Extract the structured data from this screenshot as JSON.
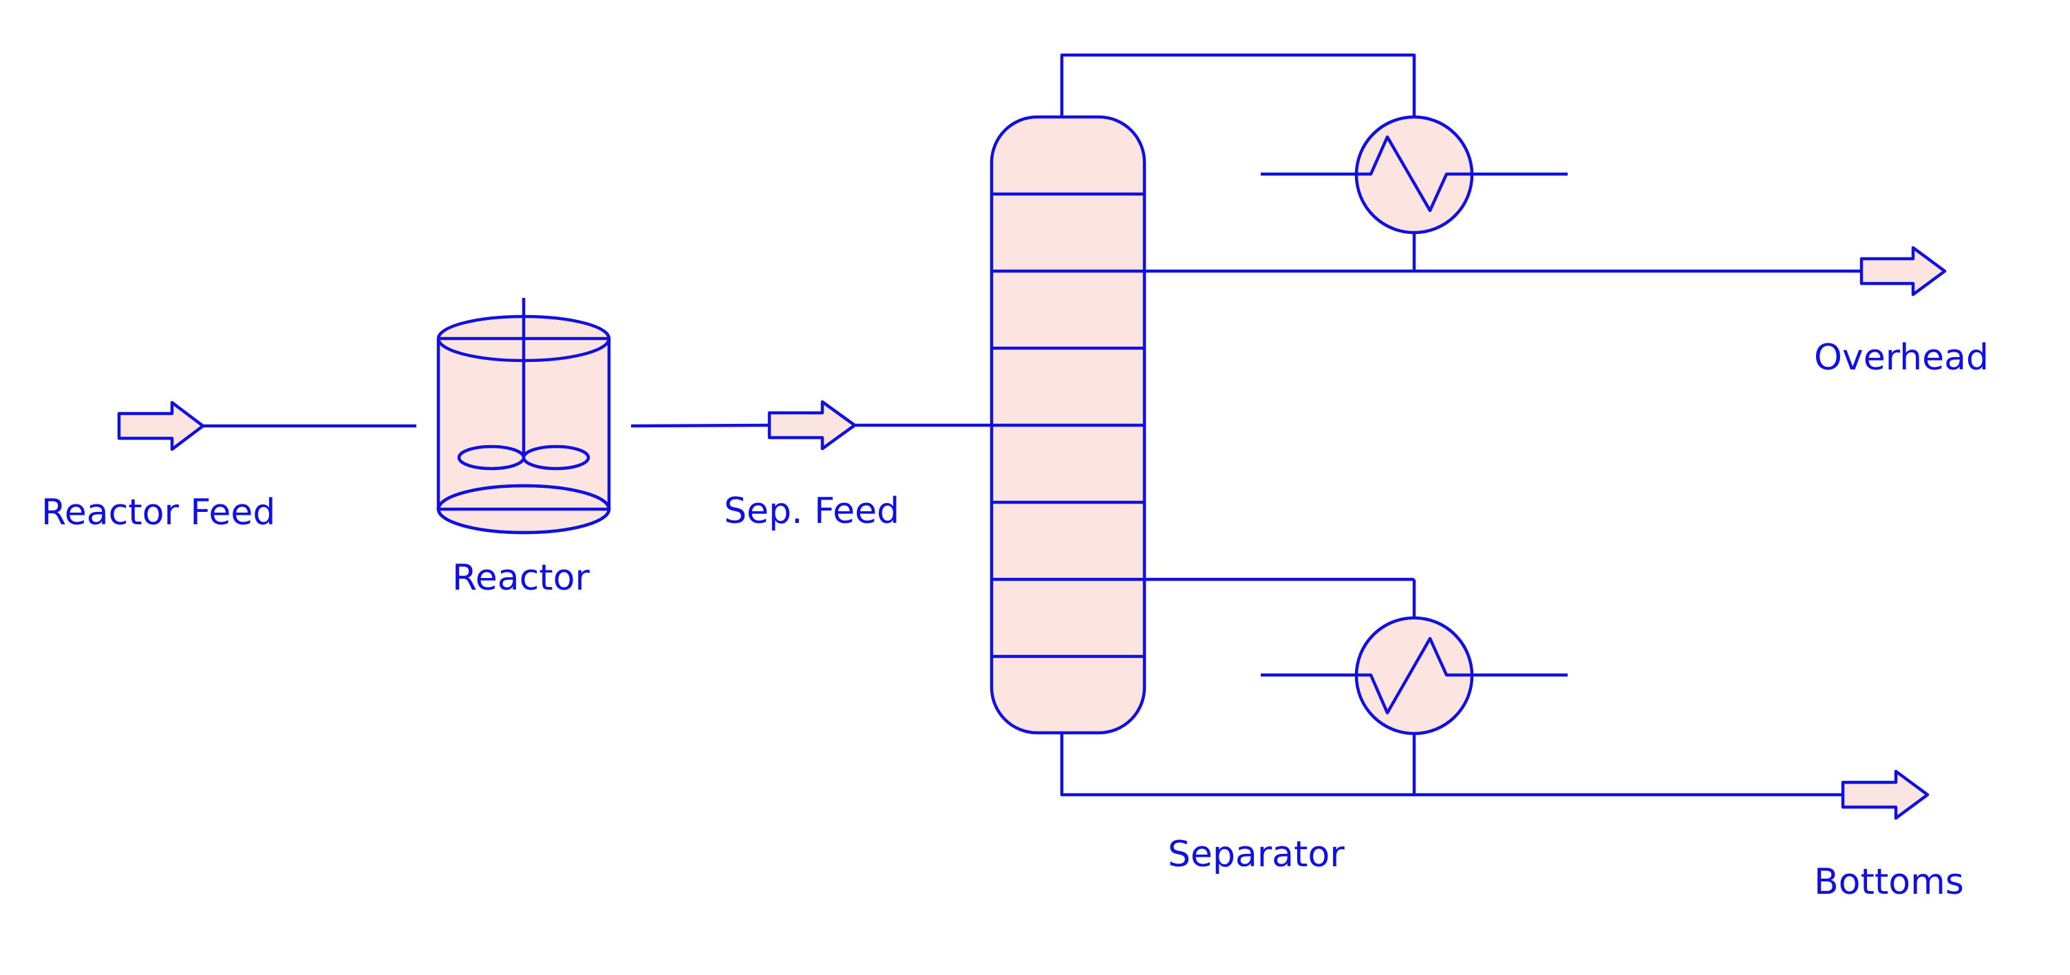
{
  "labels": {
    "reactor_feed": "Reactor Feed",
    "reactor": "Reactor",
    "sep_feed": "Sep. Feed",
    "overhead": "Overhead",
    "separator": "Separator",
    "bottoms": "Bottoms"
  },
  "colors": {
    "line": "#1010e0",
    "fill": "#fce4e0",
    "text": "#1010e0"
  },
  "separator_trays": 7
}
